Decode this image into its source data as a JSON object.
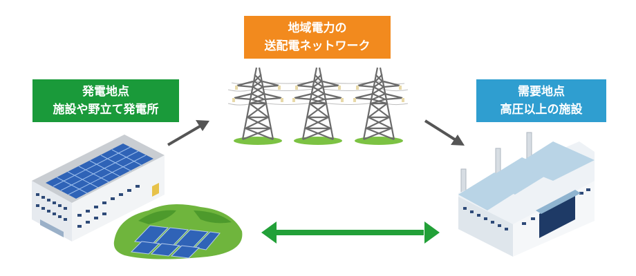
{
  "network": {
    "line1": "地域電力の",
    "line2": "送配電ネットワーク",
    "color": "#f28a1e"
  },
  "generation": {
    "line1": "発電地点",
    "line2": "施設や野立て発電所",
    "color": "#1a9a3a"
  },
  "demand": {
    "line1": "需要地点",
    "line2": "高圧以上の施設",
    "color": "#2f9ed0"
  },
  "icons": {
    "factory_with_solar": "factory-solar-roof-icon",
    "ground_solar": "ground-solar-farm-icon",
    "towers": "transmission-tower-icon",
    "demand_factory": "factory-icon",
    "arrow_up": "arrow-up-right-icon",
    "arrow_down": "arrow-down-right-icon",
    "arrow_both": "double-arrow-icon"
  },
  "colors": {
    "arrow_gray": "#555555",
    "arrow_green": "#22a038",
    "tower": "#6b6b6b",
    "grass": "#7cc243"
  }
}
